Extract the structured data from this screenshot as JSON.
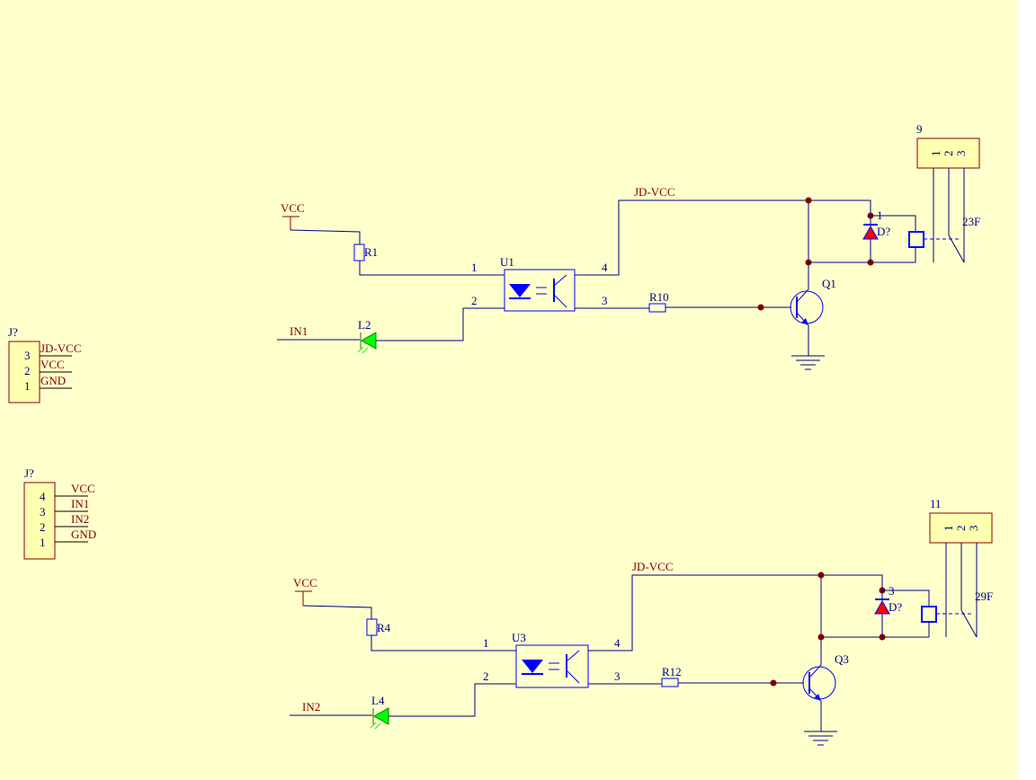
{
  "colors": {
    "sheet": "#ffffcc",
    "wire": "#000080",
    "component": "#0000ff",
    "net_label": "#800000",
    "junction": "#800000",
    "led": "#00ff00",
    "diode": "#ff0000",
    "body_fill": "#ffffb0",
    "body_stroke": "#8b0000"
  },
  "connectors": [
    {
      "ref": "J?",
      "pins": [
        "3",
        "2",
        "1"
      ],
      "nets": [
        "JD-VCC",
        "VCC",
        "GND"
      ]
    },
    {
      "ref": "J?",
      "pins": [
        "4",
        "3",
        "2",
        "1"
      ],
      "nets": [
        "VCC",
        "IN1",
        "IN2",
        "GND"
      ]
    }
  ],
  "channels": [
    {
      "power": "VCC",
      "input": "IN1",
      "resistor": "R1",
      "led": "L2",
      "opto": "U1",
      "opto_pins": [
        "1",
        "2",
        "3",
        "4"
      ],
      "base_resistor": "R10",
      "rail": "JD-VCC",
      "transistor": "Q1",
      "diode": "D?",
      "diode_pin": "1",
      "relay_label": "23F",
      "header": "9",
      "header_pins": [
        "1",
        "2",
        "3"
      ]
    },
    {
      "power": "VCC",
      "input": "IN2",
      "resistor": "R4",
      "led": "L4",
      "opto": "U3",
      "opto_pins": [
        "1",
        "2",
        "3",
        "4"
      ],
      "base_resistor": "R12",
      "rail": "JD-VCC",
      "transistor": "Q3",
      "diode": "D?",
      "diode_pin": "3",
      "relay_label": "29F",
      "header": "11",
      "header_pins": [
        "1",
        "2",
        "3"
      ]
    }
  ]
}
